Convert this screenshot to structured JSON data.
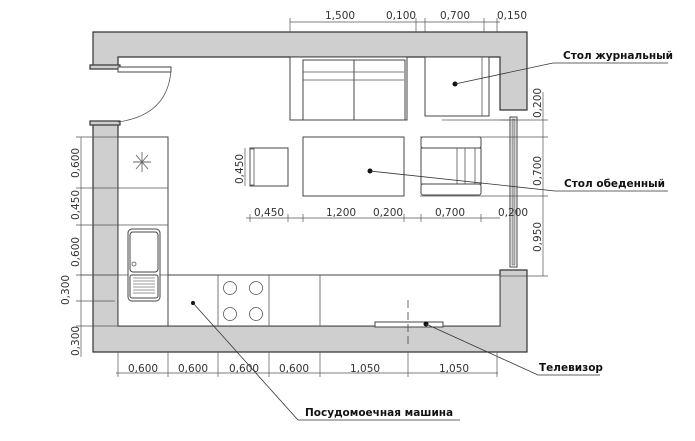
{
  "labels": {
    "coffee_table": "Стол журнальный",
    "dining_table": "Стол обеденный",
    "tv": "Телевизор",
    "dishwasher": "Посудомоечная машина"
  },
  "dimensions": {
    "top": [
      "1,500",
      "0,100",
      "0,700",
      "0,150"
    ],
    "right": [
      "0,200",
      "0,700",
      "0,950"
    ],
    "left": [
      "0,600",
      "0,450",
      "0,600",
      "0,300",
      "0,300"
    ],
    "bottom": [
      "0,600",
      "0,600",
      "0,600",
      "0,600",
      "1,050",
      "1,050"
    ],
    "middle_horizontal": [
      "0,450",
      "1,200",
      "0,200",
      "0,700",
      "0,200"
    ],
    "middle_vertical": [
      "0,450"
    ]
  },
  "colors": {
    "wall_fill": "#cfcfcf",
    "line": "#444444",
    "background": "#ffffff"
  }
}
